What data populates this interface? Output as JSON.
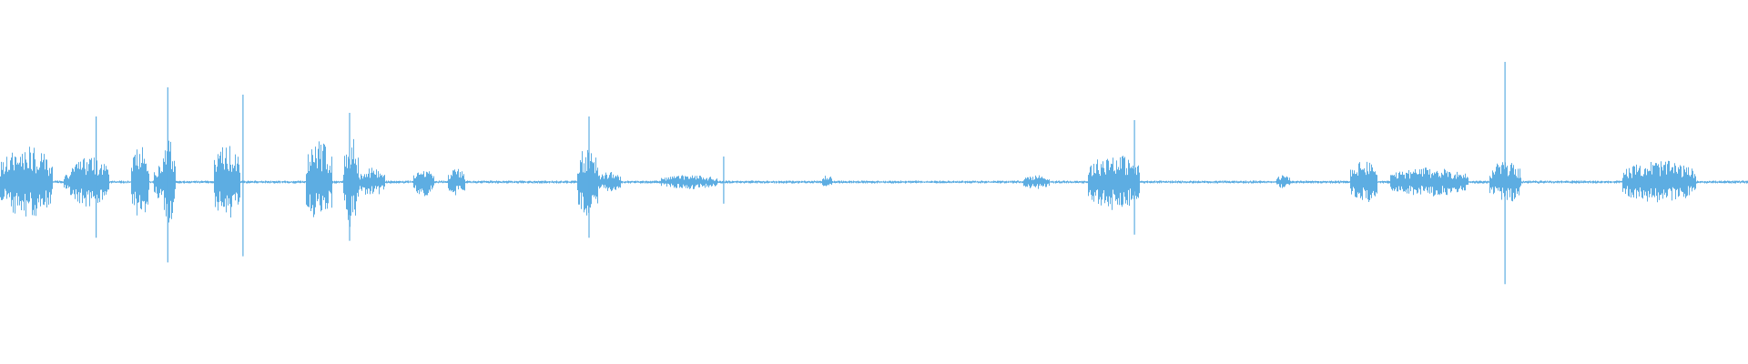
{
  "waveform": {
    "color": "#5dade2",
    "background": "#ffffff",
    "baseline_level": 0.5,
    "bursts": [
      {
        "start": 0.0,
        "end": 0.03,
        "amp": 0.1,
        "peak": 0.14
      },
      {
        "start": 0.036,
        "end": 0.062,
        "amp": 0.04,
        "peak": 0.06
      },
      {
        "start": 0.04,
        "end": 0.062,
        "amp": 0.07,
        "peak": 0.11
      },
      {
        "start": 0.075,
        "end": 0.085,
        "amp": 0.1,
        "peak": 0.12
      },
      {
        "start": 0.088,
        "end": 0.093,
        "amp": 0.05,
        "peak": 0.06
      },
      {
        "start": 0.093,
        "end": 0.1,
        "amp": 0.12,
        "peak": 0.2
      },
      {
        "start": 0.122,
        "end": 0.137,
        "amp": 0.11,
        "peak": 0.18
      },
      {
        "start": 0.175,
        "end": 0.19,
        "amp": 0.12,
        "peak": 0.14
      },
      {
        "start": 0.196,
        "end": 0.205,
        "amp": 0.13,
        "peak": 0.14
      },
      {
        "start": 0.205,
        "end": 0.22,
        "amp": 0.04,
        "peak": 0.06
      },
      {
        "start": 0.236,
        "end": 0.248,
        "amp": 0.04,
        "peak": 0.06
      },
      {
        "start": 0.256,
        "end": 0.266,
        "amp": 0.04,
        "peak": 0.06
      },
      {
        "start": 0.33,
        "end": 0.342,
        "amp": 0.1,
        "peak": 0.14
      },
      {
        "start": 0.342,
        "end": 0.355,
        "amp": 0.03,
        "peak": 0.05
      },
      {
        "start": 0.378,
        "end": 0.41,
        "amp": 0.02,
        "peak": 0.04
      },
      {
        "start": 0.47,
        "end": 0.476,
        "amp": 0.02,
        "peak": 0.03
      },
      {
        "start": 0.585,
        "end": 0.6,
        "amp": 0.02,
        "peak": 0.04
      },
      {
        "start": 0.622,
        "end": 0.652,
        "amp": 0.08,
        "peak": 0.14
      },
      {
        "start": 0.73,
        "end": 0.738,
        "amp": 0.02,
        "peak": 0.03
      },
      {
        "start": 0.772,
        "end": 0.788,
        "amp": 0.06,
        "peak": 0.09
      },
      {
        "start": 0.795,
        "end": 0.84,
        "amp": 0.04,
        "peak": 0.06
      },
      {
        "start": 0.852,
        "end": 0.87,
        "amp": 0.06,
        "peak": 0.1
      },
      {
        "start": 0.928,
        "end": 0.97,
        "amp": 0.06,
        "peak": 0.09
      }
    ],
    "spikes": [
      {
        "pos": 0.055,
        "level": 0.18
      },
      {
        "pos": 0.096,
        "level": 0.26
      },
      {
        "pos": 0.139,
        "level": 0.24
      },
      {
        "pos": 0.2,
        "level": 0.19
      },
      {
        "pos": 0.337,
        "level": 0.18
      },
      {
        "pos": 0.414,
        "level": 0.07
      },
      {
        "pos": 0.649,
        "level": 0.17
      },
      {
        "pos": 0.861,
        "level": 0.33
      }
    ]
  }
}
